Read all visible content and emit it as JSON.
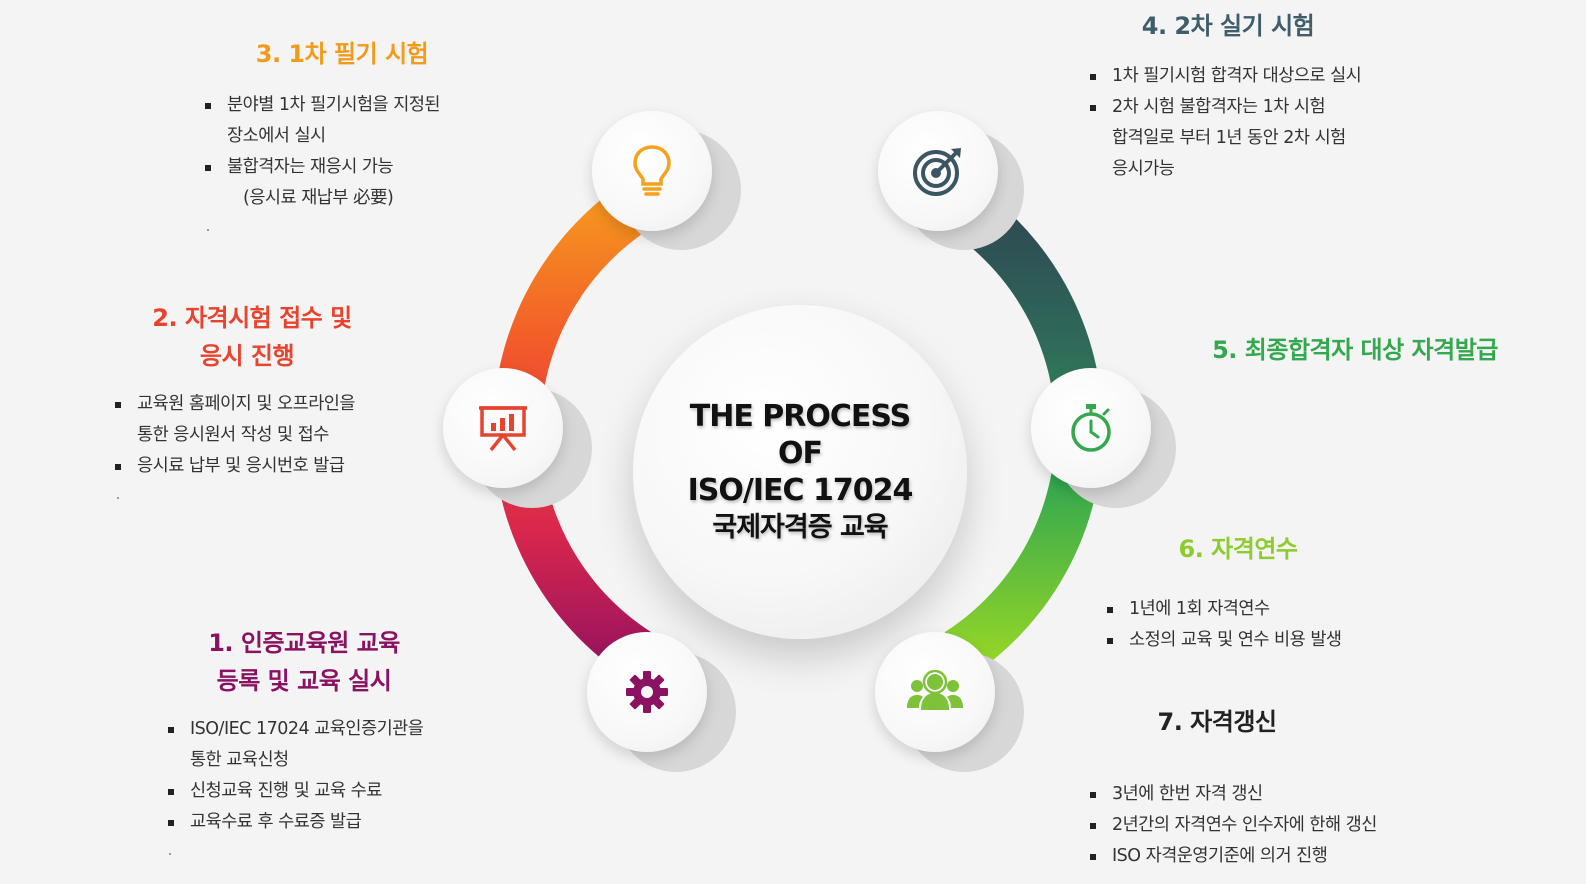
{
  "center": {
    "line1": "THE PROCESS",
    "line2": "OF",
    "line3": "ISO/IEC 17024",
    "line4": "국제자격증 교육"
  },
  "steps": [
    {
      "title_lines": [
        "1. 인증교육원 교육",
        "등록 및 교육 실시"
      ],
      "color": "#8a1261",
      "icon": "gear-icon",
      "items": [
        "ISO/IEC 17024 교육인증기관을",
        "통한 교육신청",
        "신청교육 진행 및 교육 수료",
        "교육수료 후 수료증 발급"
      ]
    },
    {
      "title_lines": [
        "2. 자격시험 접수 및",
        "응시 진행"
      ],
      "color": "#e8432f",
      "icon": "presentation-chart-icon",
      "items": [
        "교육원 홈페이지 및 오프라인을",
        "통한 응시원서 작성 및 접수",
        "응시료 납부 및 응시번호 발급"
      ]
    },
    {
      "title_lines": [
        "3. 1차 필기 시험"
      ],
      "color": "#f29a1a",
      "icon": "lightbulb-icon",
      "items": [
        "분야별 1차 필기시험을 지정된",
        "장소에서 실시",
        "불합격자는 재응시 가능",
        "(응시료 재납부 必要)"
      ]
    },
    {
      "title_lines": [
        "4. 2차 실기 시험"
      ],
      "color": "#3f5d6b",
      "icon": "target-icon",
      "items": [
        "1차 필기시험 합격자 대상으로 실시",
        "2차 시험 불합격자는 1차 시험",
        "합격일로 부터 1년 동안 2차 시험",
        "응시가능"
      ]
    },
    {
      "title_lines": [
        "5. 최종합격자 대상 자격발급"
      ],
      "color": "#33a84f",
      "icon": "stopwatch-icon",
      "items": []
    },
    {
      "title_lines": [
        "6. 자격연수"
      ],
      "color": "#8ccc2e",
      "icon": "people-group-icon",
      "items": [
        "1년에 1회 자격연수",
        "소정의 교육 및 연수 비용 발생"
      ]
    },
    {
      "title_lines": [
        "7. 자격갱신"
      ],
      "color": "#222222",
      "items": [
        "3년에 한번 자격 갱신",
        "2년간의 자격연수 인수자에 한해 갱신",
        "ISO 자격운영기준에 의거 진행"
      ]
    }
  ]
}
